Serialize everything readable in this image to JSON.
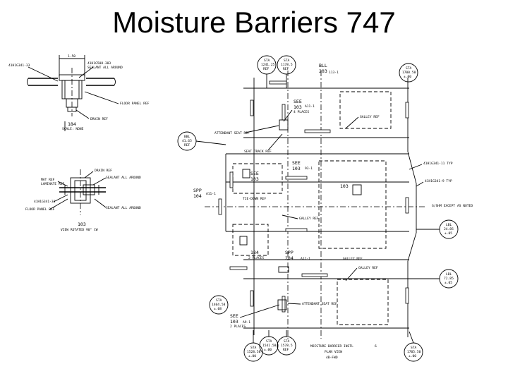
{
  "title": "Moisture Barriers 747",
  "detail_a": {
    "dim": "1.50",
    "callouts": [
      "41H1G341-33",
      "41H1G508-303",
      "SEALANT ALL AROUND",
      "FLOOR PANEL REF",
      "DRAIN REF"
    ],
    "tag": "184",
    "scale": "SCALE: NONE"
  },
  "detail_b": {
    "callouts": [
      "DRAIN REF",
      "MAT REF",
      "LAMINATE REF",
      "SEALANT ALL AROUND",
      "41H1G341-33",
      "FLOOR PANEL REF",
      "SEALANT ALL AROUND"
    ],
    "tag": "103",
    "view": "VIEW ROTATED 90° CW"
  },
  "plan": {
    "top_bubbles": [
      {
        "l1": "STA",
        "l2": "1241.25",
        "l3": "REF"
      },
      {
        "l1": "STA",
        "l2": "1178.5",
        "l3": "REF"
      }
    ],
    "top_right_bubble": {
      "l1": "STA",
      "l2": "1700.50",
      "l3": "±.00"
    },
    "bll": "BLL",
    "bll_num": "203",
    "bll_sub": "113-1",
    "left_bubble": {
      "l1": "BBL",
      "l2": "41.65",
      "l3": "REF"
    },
    "see_upper": {
      "l1": "SEE",
      "l2": "103",
      "note": "4 PLACES",
      "ref": "A11-1"
    },
    "galley_upper": "GALLEY REF",
    "attendant_upper": "ATTENDANT SEAT REF",
    "seat_track": "SEAT TRACK REF",
    "see_mid": {
      "l1": "SEE",
      "l2": "103"
    },
    "see_mid2": {
      "l1": "SEE",
      "l2": "103",
      "ref": "93-1"
    },
    "tag_mid": "103",
    "right_callouts": [
      "41H1G341-11 TYP",
      "41H1G341-9 TYP",
      "G/SHM EXCEPT AS NOTED"
    ],
    "spp_left": {
      "l1": "SPP",
      "l2": "104",
      "ref": "A11-1"
    },
    "tie_down": "TIE-DOWN REF",
    "galley_mid": "GALLEY REF",
    "right_bubble_1": {
      "l1": "LBL",
      "l2": "24.85",
      "l3": "±.05"
    },
    "right_bubble_2": {
      "l1": "LBL",
      "l2": "72.85",
      "l3": "±.05"
    },
    "tag_184": "184",
    "places2_mid": "2 PLACES",
    "spp_mid": {
      "l1": "SPP",
      "l2": "204",
      "ref": "A11-1"
    },
    "galley_lower": "GALLEY REF",
    "galley_lower2": "GALLEY REF",
    "bottom_left_bubble": {
      "l1": "STA",
      "l2": "1404.58",
      "l3": "±.08"
    },
    "see_lower": {
      "l1": "SEE",
      "l2": "103",
      "note": "2 PLACES",
      "ref": "A9-1"
    },
    "attendant_lower": "ATTENDANT SEAT REF",
    "bottom_bubbles": [
      {
        "l1": "STA",
        "l2": "1528.58",
        "l3": "±.00"
      },
      {
        "l1": "STA",
        "l2": "1541.58",
        "l3": "±.00"
      },
      {
        "l1": "STA",
        "l2": "1578.5",
        "l3": "REF"
      },
      {
        "l1": "STA",
        "l2": "1705.50",
        "l3": "±.00"
      }
    ],
    "caption_1": "MOISTURE BARRIER INSTL",
    "caption_num": "6",
    "caption_2": "PLAN VIEW",
    "caption_3": "4B-FWD"
  }
}
